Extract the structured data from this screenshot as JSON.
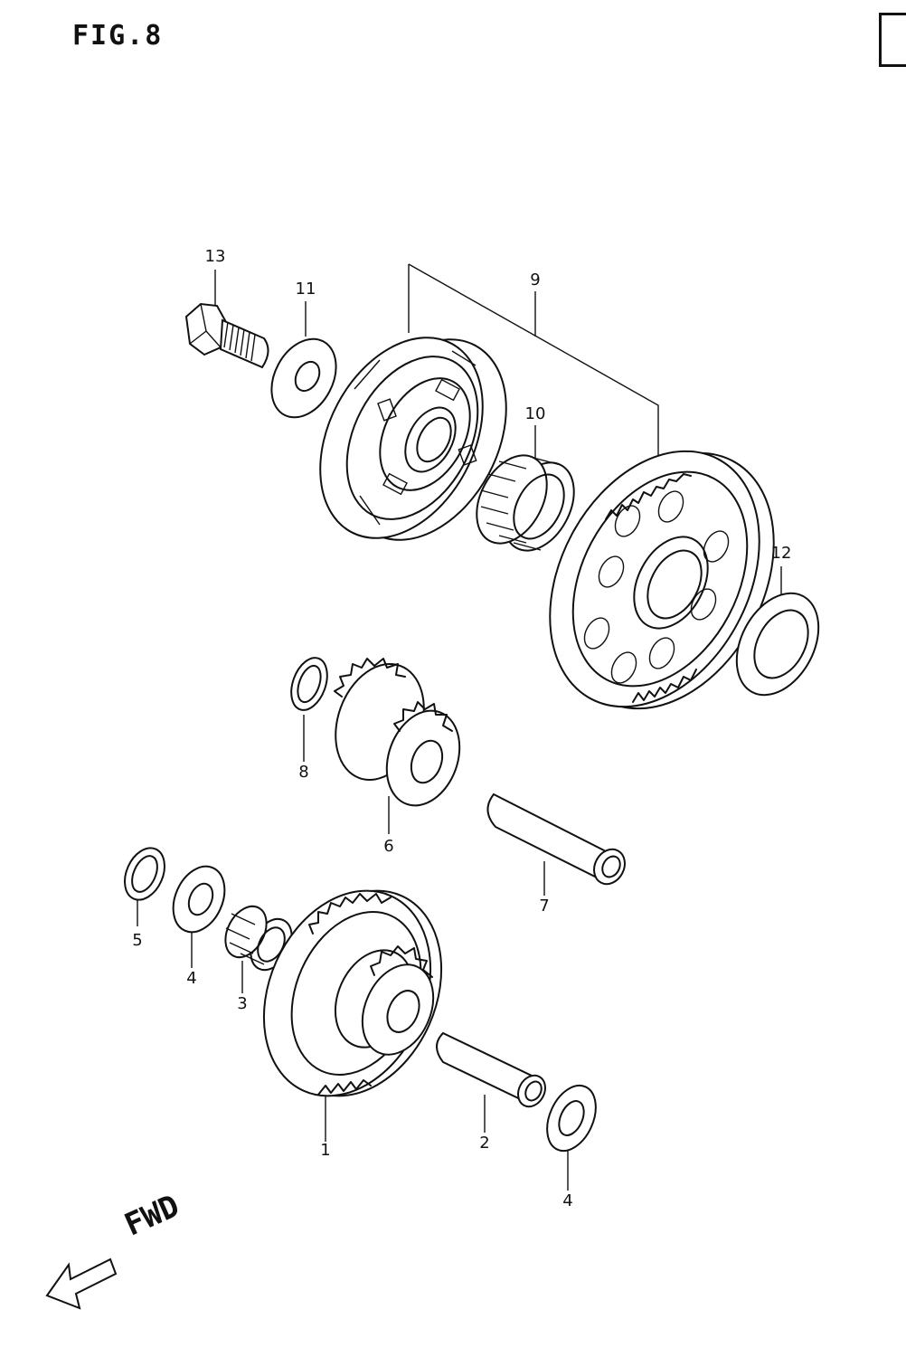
{
  "figure": {
    "title": "FIG.8"
  },
  "callouts": {
    "p1": "1",
    "p2": "2",
    "p3": "3",
    "p4a": "4",
    "p4b": "4",
    "p5": "5",
    "p6": "6",
    "p7": "7",
    "p8": "8",
    "p9": "9",
    "p10": "10",
    "p11": "11",
    "p12": "12",
    "p13": "13"
  },
  "direction": {
    "label": "FWD"
  }
}
